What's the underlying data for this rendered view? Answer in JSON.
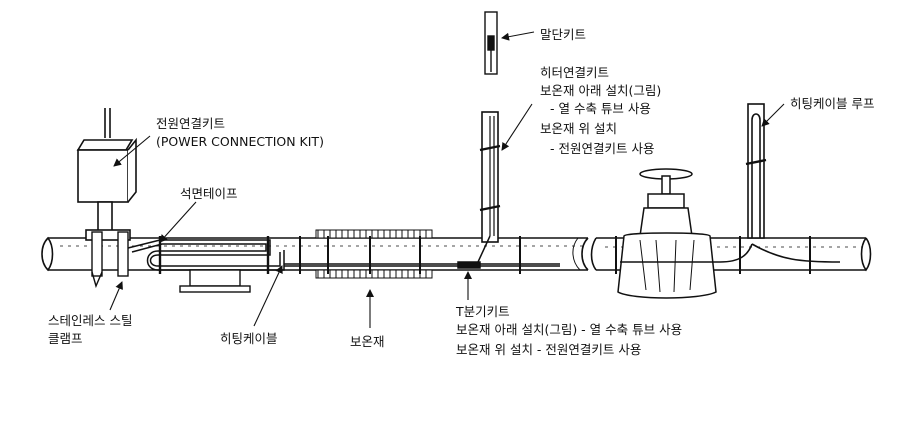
{
  "labels": {
    "end_kit": "말단키트",
    "heater_kit_title": "히터연결키트",
    "heater_kit_line1": "보온재 아래 설치(그림)",
    "heater_kit_line2": "- 열 수축 튜브 사용",
    "heater_kit_line3": "보온재 위 설치",
    "heater_kit_line4": "- 전원연결키트 사용",
    "heating_cable_loop": "히팅케이블 루프",
    "power_kit": "전원연결키트",
    "power_kit_en": "(POWER CONNECTION KIT)",
    "asbestos_tape": "석면테이프",
    "stainless_clamp_line1": "스테인레스 스틸",
    "stainless_clamp_line2": "클램프",
    "heating_cable": "히팅케이블",
    "insulation": "보온재",
    "t_kit_title": "T분기키트",
    "t_kit_line1": "보온재 아래 설치(그림) - 열 수축 튜브 사용",
    "t_kit_line2": "보온재 위 설치 - 전원연결키트 사용"
  }
}
